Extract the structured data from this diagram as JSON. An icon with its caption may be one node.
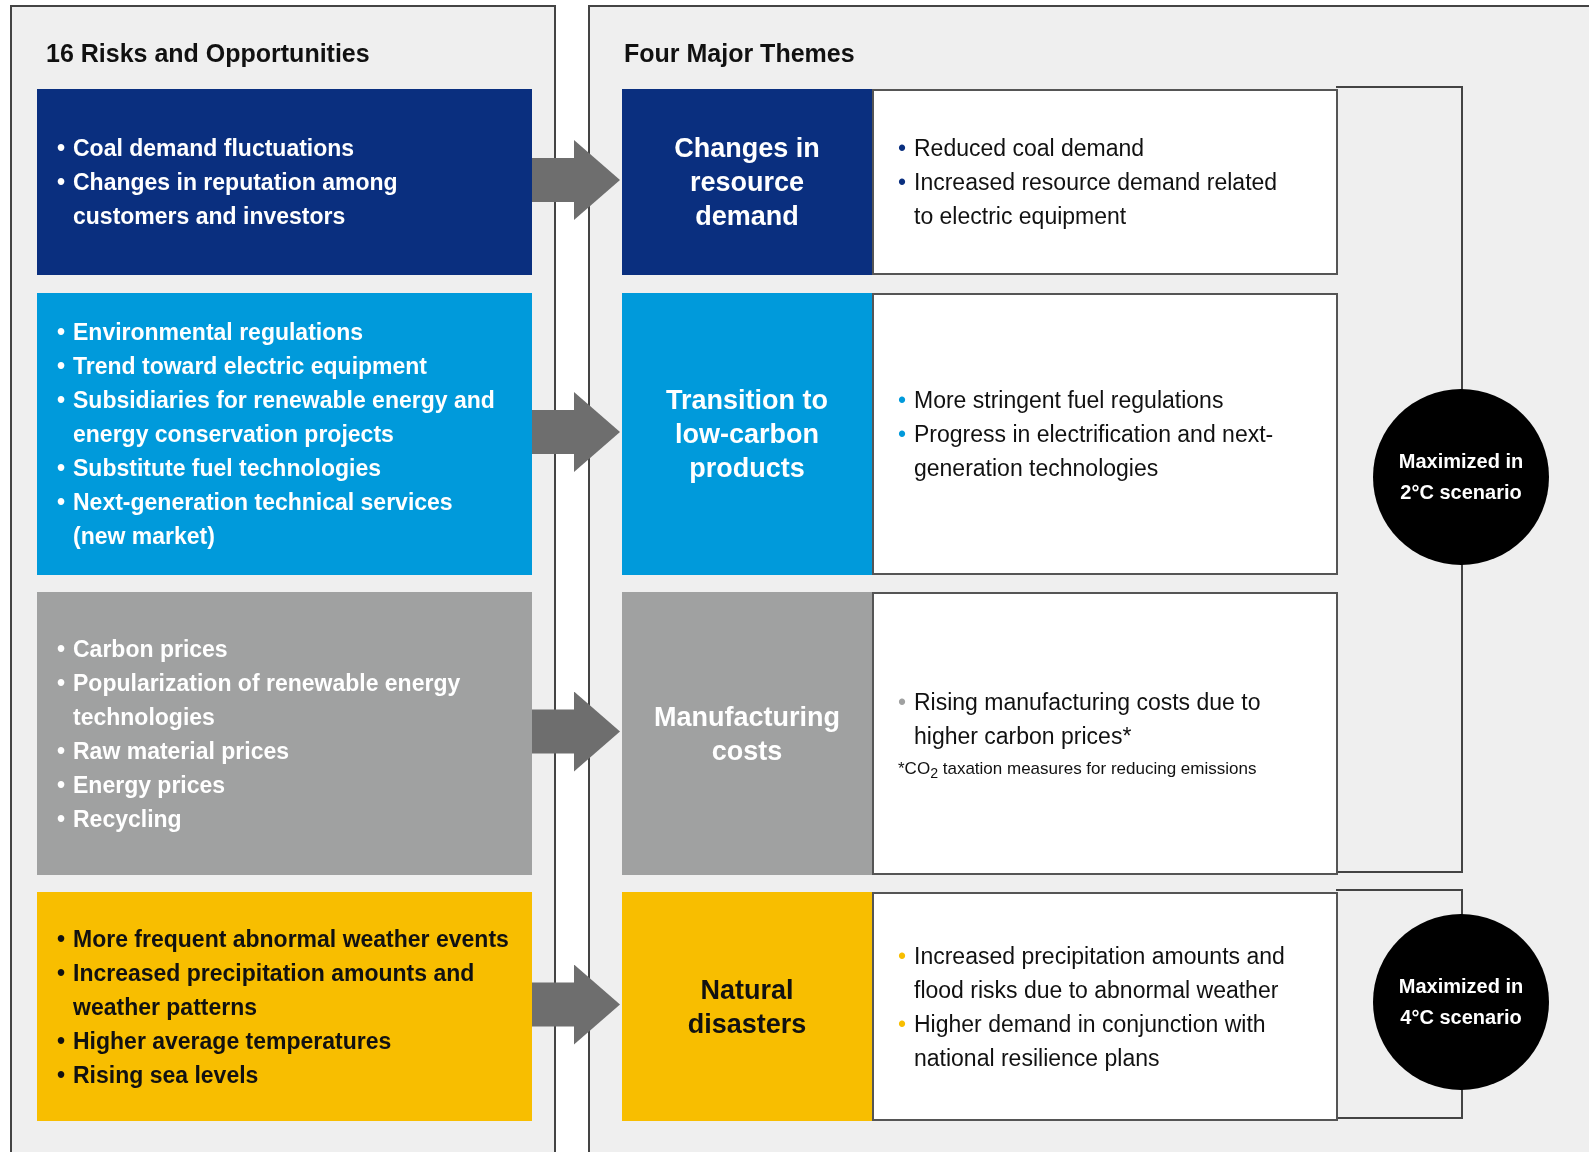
{
  "diagram": {
    "nodes": [
      {
        "text": [
          "16 Risks and Opportunities"
        ]
      },
      {
        "text": [
          "• Coal demand fluctuations",
          "• Changes in reputation among customers and investors"
        ],
        "in": 0
      },
      {
        "text": [
          "• Environmental regulations",
          "• Trend toward electric equipment",
          "• Subsidiaries for renewable energy and energy conservation projects",
          "• Substitute fuel technologies",
          "• Next-generation technical services (new market)"
        ],
        "in": 0
      },
      {
        "text": [
          "• Carbon prices",
          "• Popularization of renewable energy technologies",
          "• Raw material prices",
          "• Energy prices",
          "• Recycling"
        ],
        "in": 0
      },
      {
        "text": [
          "• More frequent abnormal weather events",
          "• Increased precipitation amounts and weather patterns",
          "• Higher average temperatures",
          "• Rising sea levels"
        ],
        "in": 0
      },
      {
        "text": [
          "Four Major Themes"
        ]
      },
      {
        "text": [
          "Changes in resource demand"
        ],
        "in": 5
      },
      {
        "text": [
          "• Reduced coal demand",
          "• Increased resource demand related to electric equipment"
        ],
        "in": 5
      },
      {
        "text": [
          "Transition to low-carbon products"
        ],
        "in": 5
      },
      {
        "text": [
          "• More stringent fuel regulations",
          "• Progress in electrification and next-generation technologies"
        ],
        "in": 5
      },
      {
        "text": [
          "Manufacturing costs"
        ],
        "in": 5
      },
      {
        "text": [
          "• Rising manufacturing costs due to higher carbon prices*",
          "*CO$_{2}$ taxation measures for reducing emissions"
        ],
        "in": 5
      },
      {
        "text": [
          "Natural disasters"
        ],
        "in": 5
      },
      {
        "text": [
          "• Increased precipitation amounts and flood risks due to abnormal weather",
          "• Higher demand in conjunction with national resilience plans"
        ],
        "in": 5
      },
      {
        "text": [
          "Maximized in 2°C scenario"
        ],
        "in": 5
      },
      {
        "text": [
          "Maximized in 4°C scenario"
        ],
        "in": 5
      }
    ],
    "edges": [
      {
        "from": 1,
        "to": 6,
        "arrow": "to"
      },
      {
        "from": 2,
        "to": 8,
        "arrow": "to"
      },
      {
        "from": 3,
        "to": 10,
        "arrow": "to"
      },
      {
        "from": 4,
        "to": 12,
        "arrow": "to"
      }
    ]
  }
}
